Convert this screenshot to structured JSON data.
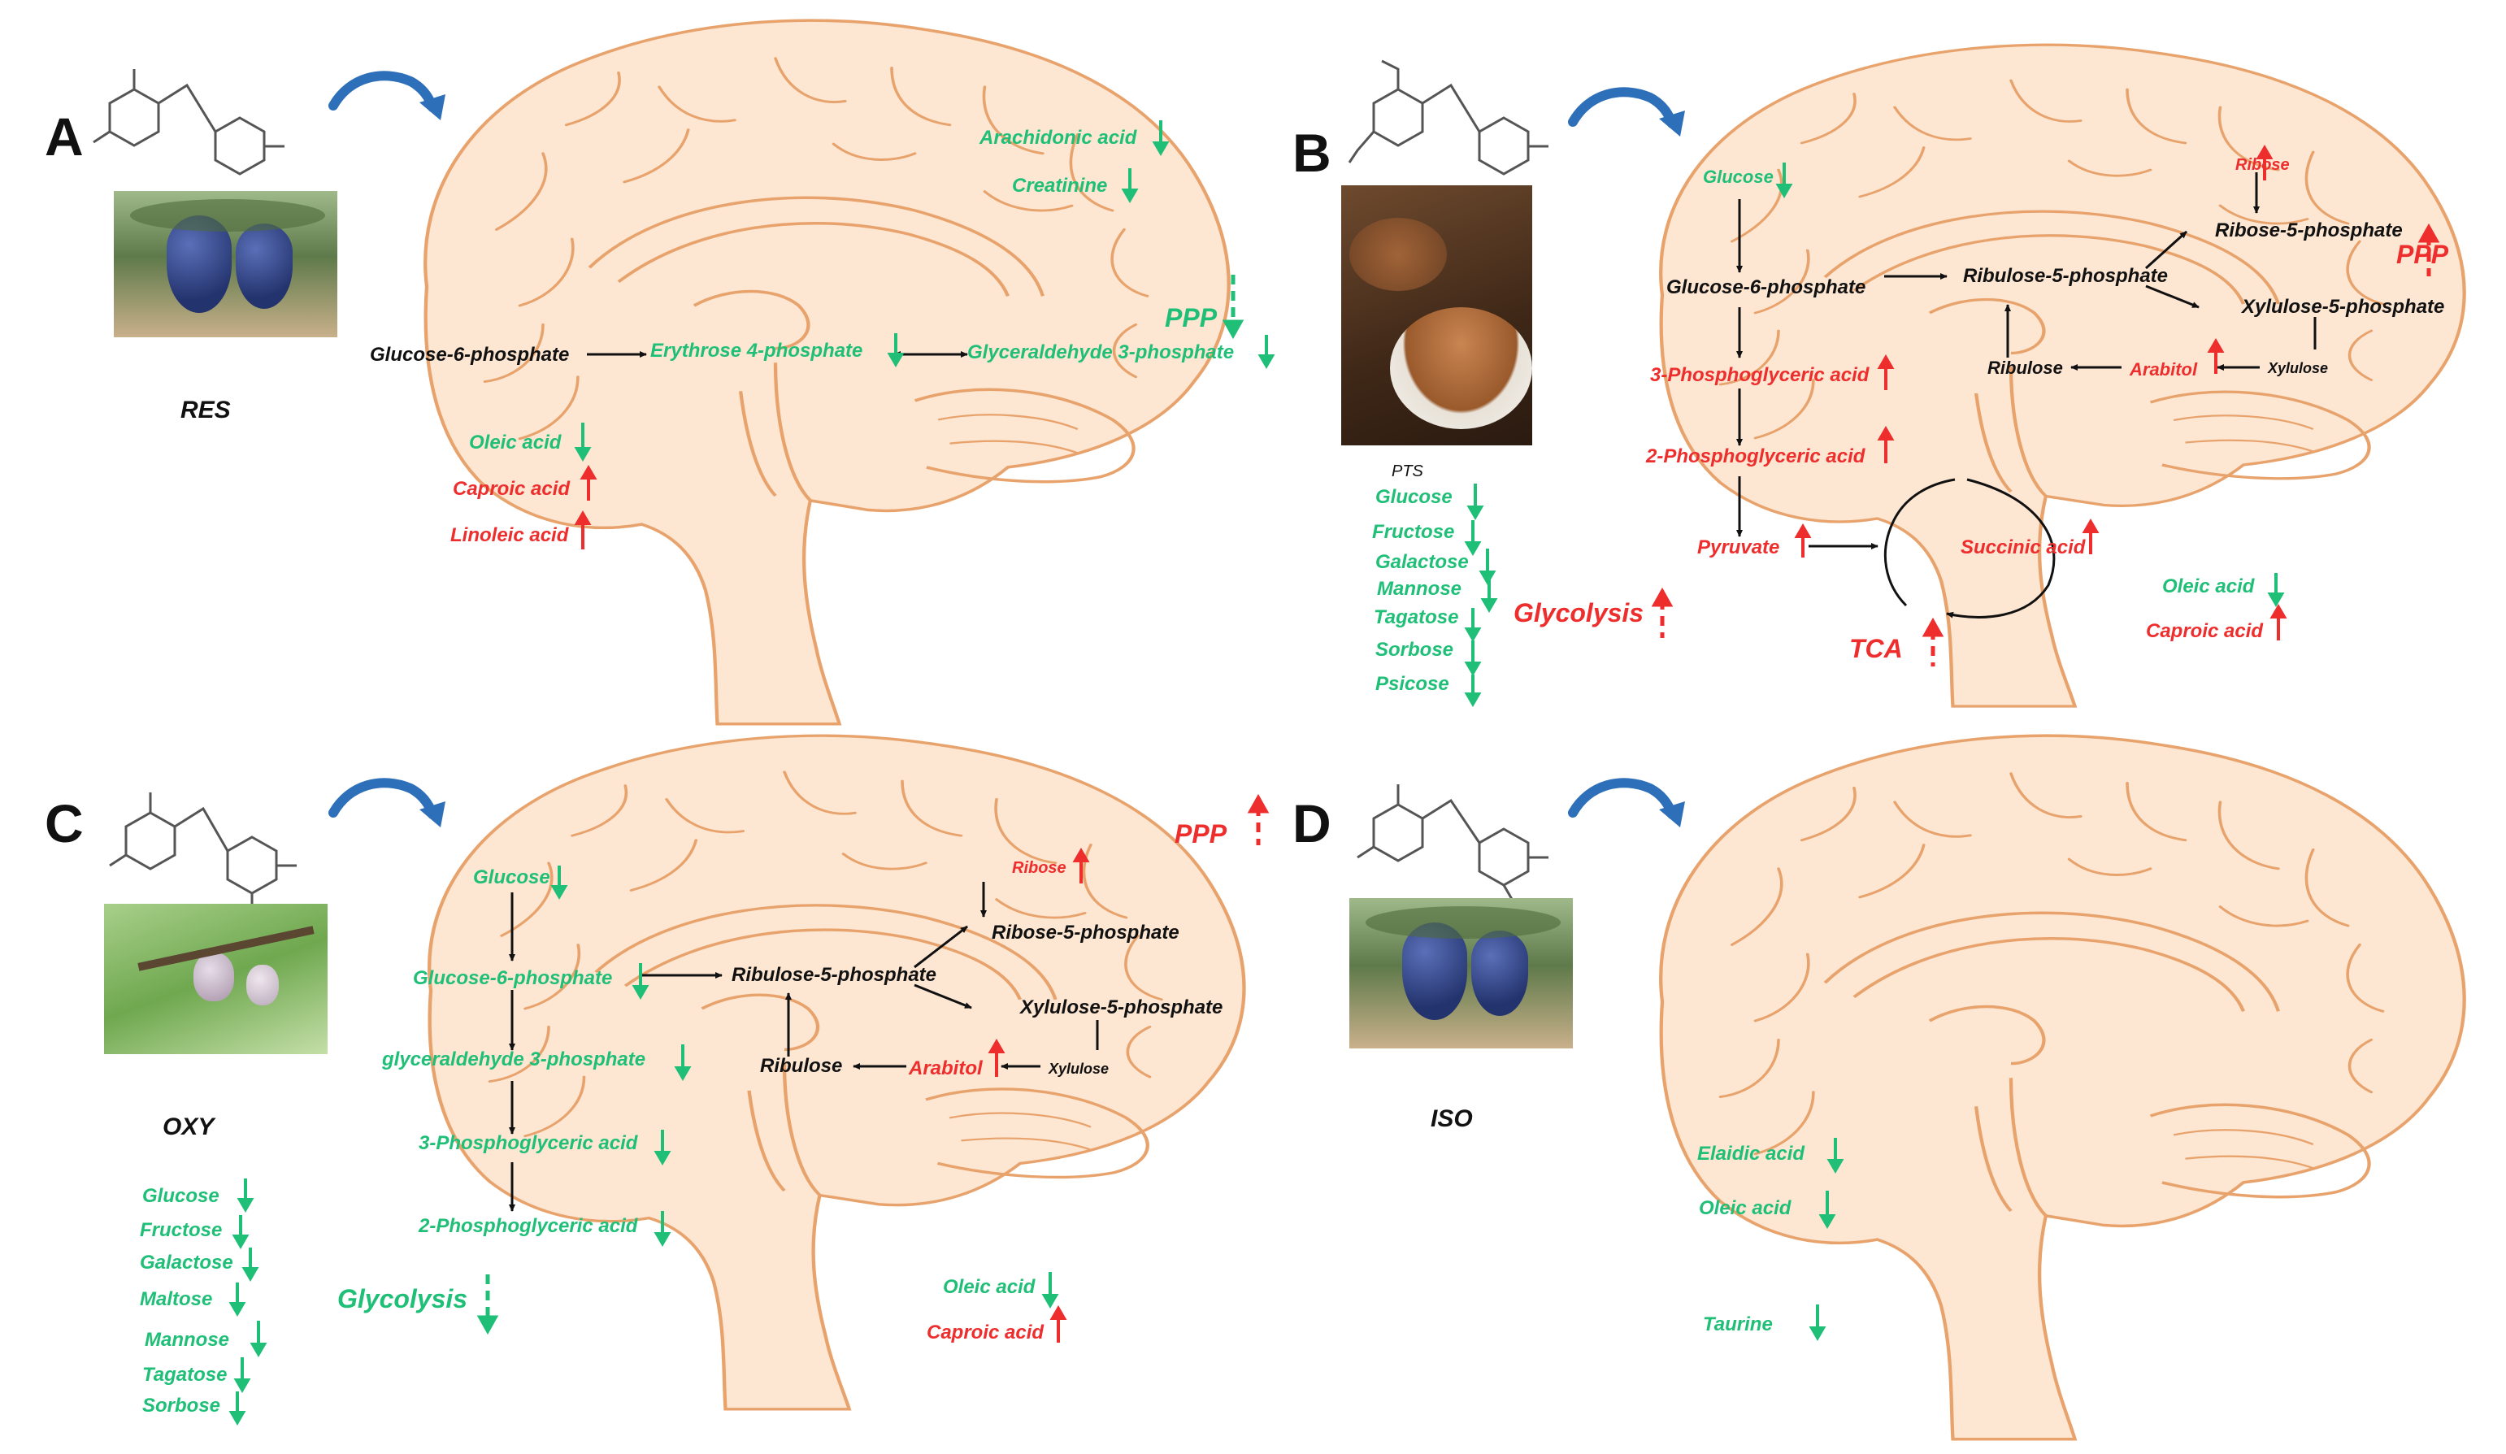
{
  "colors": {
    "decrease": "#1fbf78",
    "increase": "#ee2d2d",
    "neutral": "#111111",
    "brain_fill": "#fde6d2",
    "brain_stroke": "#e8a36d",
    "curved_arrow": "#2d6fb8"
  },
  "panels": {
    "A": {
      "letter": "A",
      "compound": "RES",
      "photo_icon": "grape-cluster-photo",
      "labels": {
        "arachidonic": "Arachidonic acid",
        "creatinine": "Creatinine",
        "ppp": "PPP",
        "g6p": "Glucose-6-phosphate",
        "e4p": "Erythrose 4-phosphate",
        "g3p": "Glyceraldehyde 3-phosphate",
        "oleic": "Oleic acid",
        "caproic": "Caproic acid",
        "linoleic": "Linoleic acid"
      }
    },
    "B": {
      "letter": "B",
      "compound": "PTS",
      "photo_icon": "almond-bowl-photo",
      "sugars": [
        "Glucose",
        "Fructose",
        "Galactose",
        "Mannose",
        "Tagatose",
        "Sorbose",
        "Psicose"
      ],
      "labels": {
        "glucose": "Glucose",
        "g6p": "Glucose-6-phosphate",
        "ru5p": "Ribulose-5-phosphate",
        "ribose": "Ribose",
        "r5p": "Ribose-5-phosphate",
        "ppp": "PPP",
        "xu5p": "Xylulose-5-phosphate",
        "pga3": "3-Phosphoglyceric acid",
        "ribulose": "Ribulose",
        "arabitol": "Arabitol",
        "xylulose": "Xylulose",
        "pga2": "2-Phosphoglyceric acid",
        "pyruvate": "Pyruvate",
        "succinic": "Succinic acid",
        "glycolysis": "Glycolysis",
        "tca": "TCA",
        "oleic": "Oleic acid",
        "caproic": "Caproic acid"
      }
    },
    "C": {
      "letter": "C",
      "compound": "OXY",
      "photo_icon": "mulberry-branch-photo",
      "sugars": [
        "Glucose",
        "Fructose",
        "Galactose",
        "Maltose",
        "Mannose",
        "Tagatose",
        "Sorbose"
      ],
      "labels": {
        "ppp": "PPP",
        "glucose": "Glucose",
        "ribose": "Ribose",
        "r5p": "Ribose-5-phosphate",
        "g6p": "Glucose-6-phosphate",
        "ru5p": "Ribulose-5-phosphate",
        "xu5p": "Xylulose-5-phosphate",
        "g3p": "glyceraldehyde 3-phosphate",
        "ribulose": "Ribulose",
        "arabitol": "Arabitol",
        "xylulose": "Xylulose",
        "pga3": "3-Phosphoglyceric acid",
        "pga2": "2-Phosphoglyceric acid",
        "glycolysis": "Glycolysis",
        "oleic": "Oleic acid",
        "caproic": "Caproic acid"
      }
    },
    "D": {
      "letter": "D",
      "compound": "ISO",
      "photo_icon": "grape-cluster-photo",
      "labels": {
        "elaidic": "Elaidic acid",
        "oleic": "Oleic acid",
        "taurine": "Taurine"
      }
    }
  }
}
